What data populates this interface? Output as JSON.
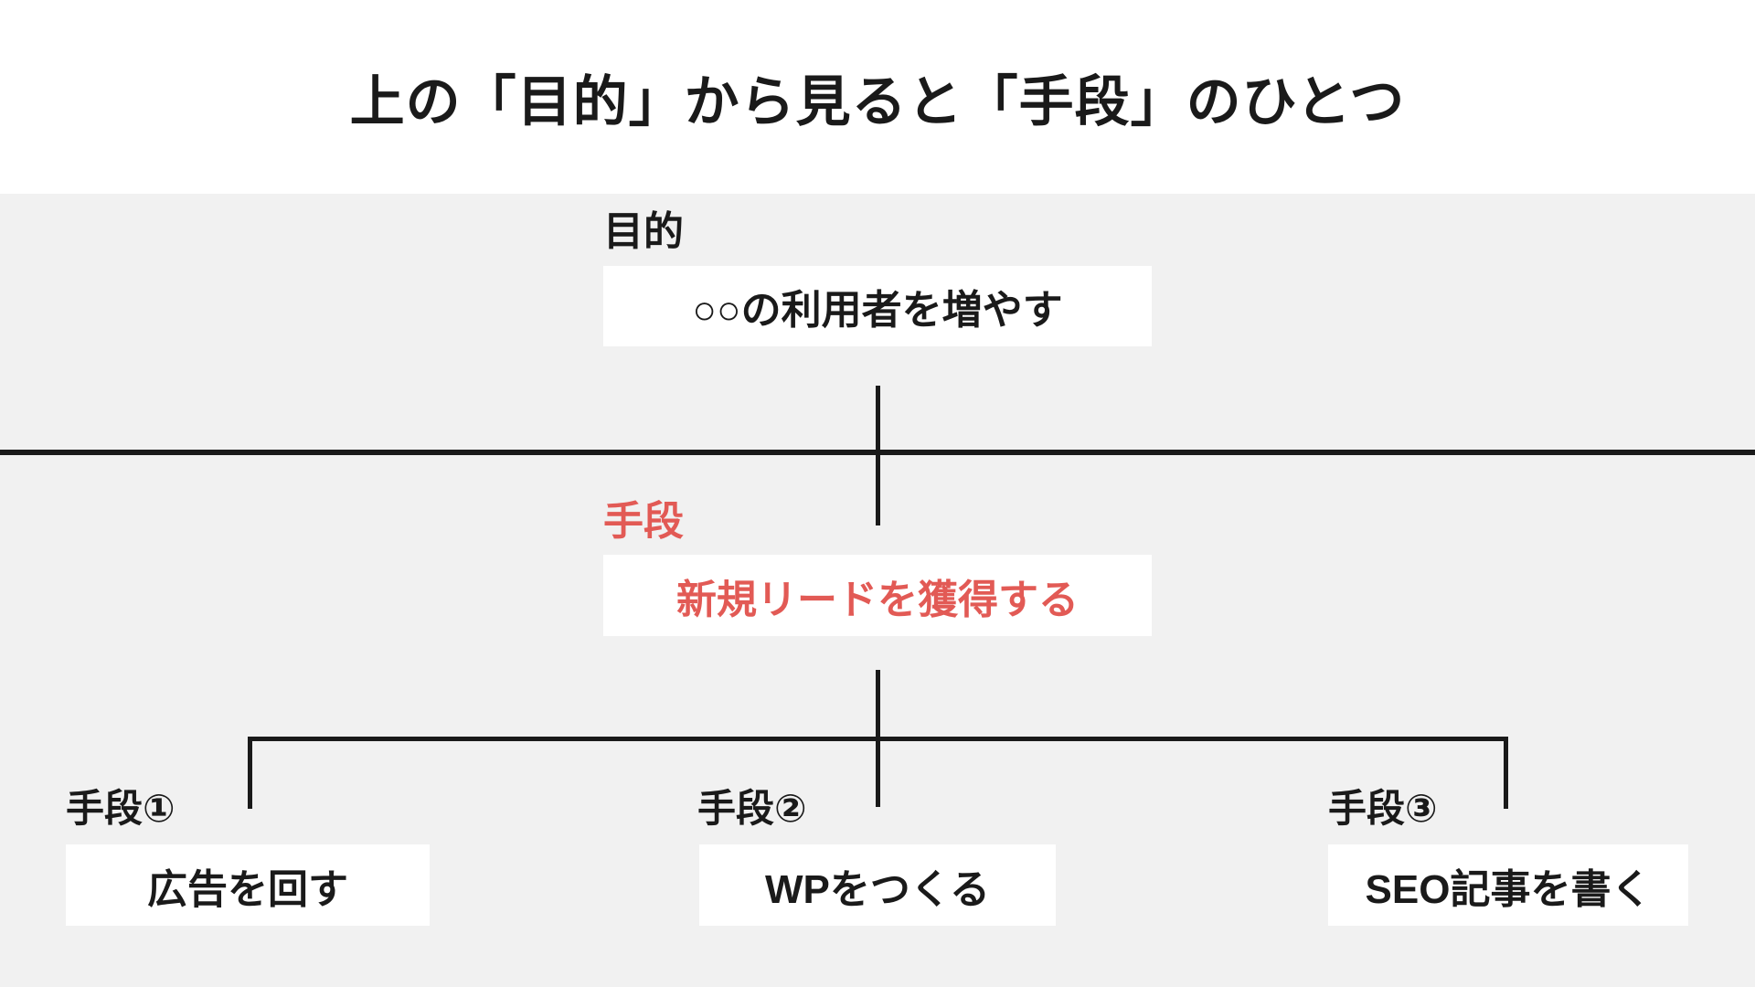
{
  "page": {
    "title": "上の「目的」から見ると「手段」のひとつ"
  },
  "colors": {
    "page_bg": "#ffffff",
    "section_bg": "#f1f1f1",
    "text": "#1a1a1a",
    "line": "#1a1a1a",
    "box_bg": "#ffffff",
    "accent_red": "#e25a55"
  },
  "tree": {
    "purpose": {
      "label": "目的",
      "text": "○○の利用者を増やす"
    },
    "means": {
      "label": "手段",
      "text": "新規リードを獲得する"
    },
    "children": [
      {
        "label": "手段①",
        "text": "広告を回す"
      },
      {
        "label": "手段②",
        "text": "WPをつくる"
      },
      {
        "label": "手段③",
        "text": "SEO記事を書く"
      }
    ]
  }
}
